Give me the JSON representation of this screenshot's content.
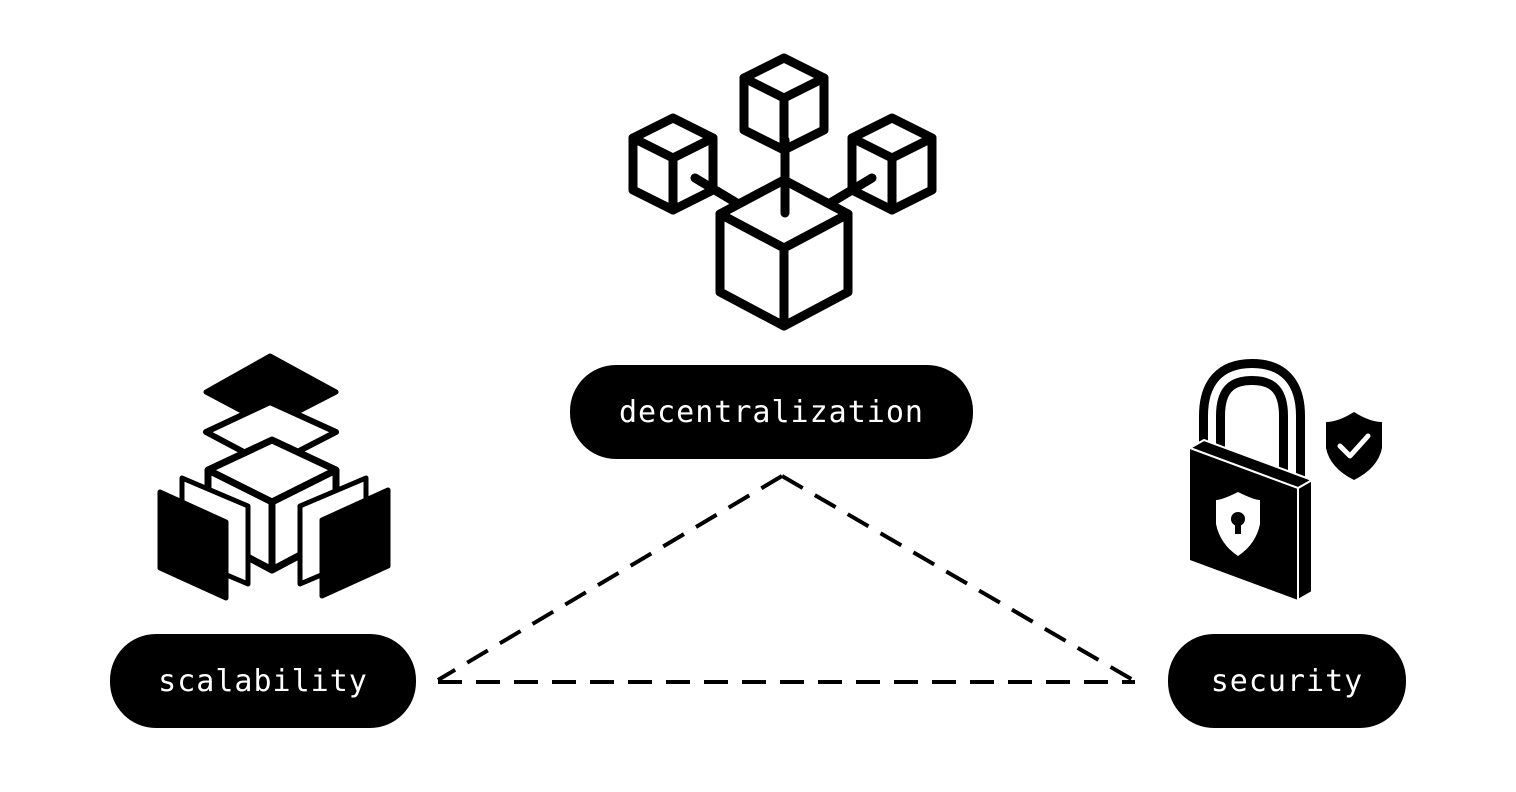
{
  "nodes": {
    "decentralization": {
      "label": "decentralization",
      "icon": "blockchain-network-icon"
    },
    "scalability": {
      "label": "scalability",
      "icon": "stacked-cube-layers-icon"
    },
    "security": {
      "label": "security",
      "icon": "padlock-shield-icon"
    }
  },
  "connectors": {
    "style": "dashed",
    "edges": [
      [
        "decentralization",
        "scalability"
      ],
      [
        "decentralization",
        "security"
      ],
      [
        "scalability",
        "security"
      ]
    ]
  },
  "colors": {
    "background": "#ffffff",
    "foreground": "#000000"
  }
}
